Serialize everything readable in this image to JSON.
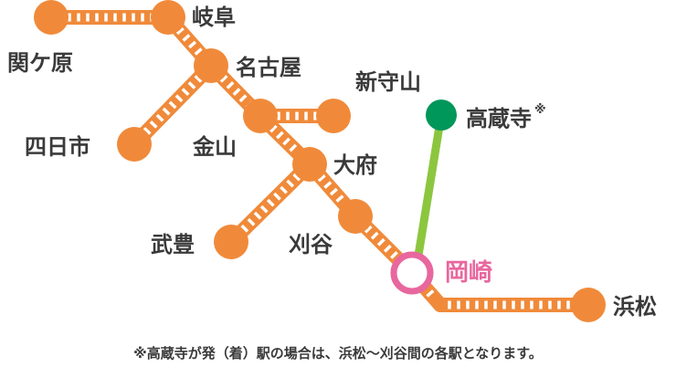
{
  "colors": {
    "jr_line": "#f08a3a",
    "tie": "#ffffff",
    "jr_station": "#f08a3a",
    "aichi_line": "#8cc63f",
    "aichi_station": "#00975a",
    "highlight": "#e8679e",
    "text": "#3a3a3a"
  },
  "stations": {
    "sekigahara": "関ケ原",
    "gifu": "岐阜",
    "nagoya": "名古屋",
    "yokkaichi": "四日市",
    "kanayama": "金山",
    "shinmoriyama": "新守山",
    "takakuraji": "高蔵寺",
    "takakuraji_mark": "※",
    "obu": "大府",
    "taketoyo": "武豊",
    "kariya": "刈谷",
    "okazaki": "岡崎",
    "hamamatsu": "浜松"
  },
  "footnote": "※高蔵寺が発（着）駅の場合は、浜松〜刈谷間の各駅となります。"
}
